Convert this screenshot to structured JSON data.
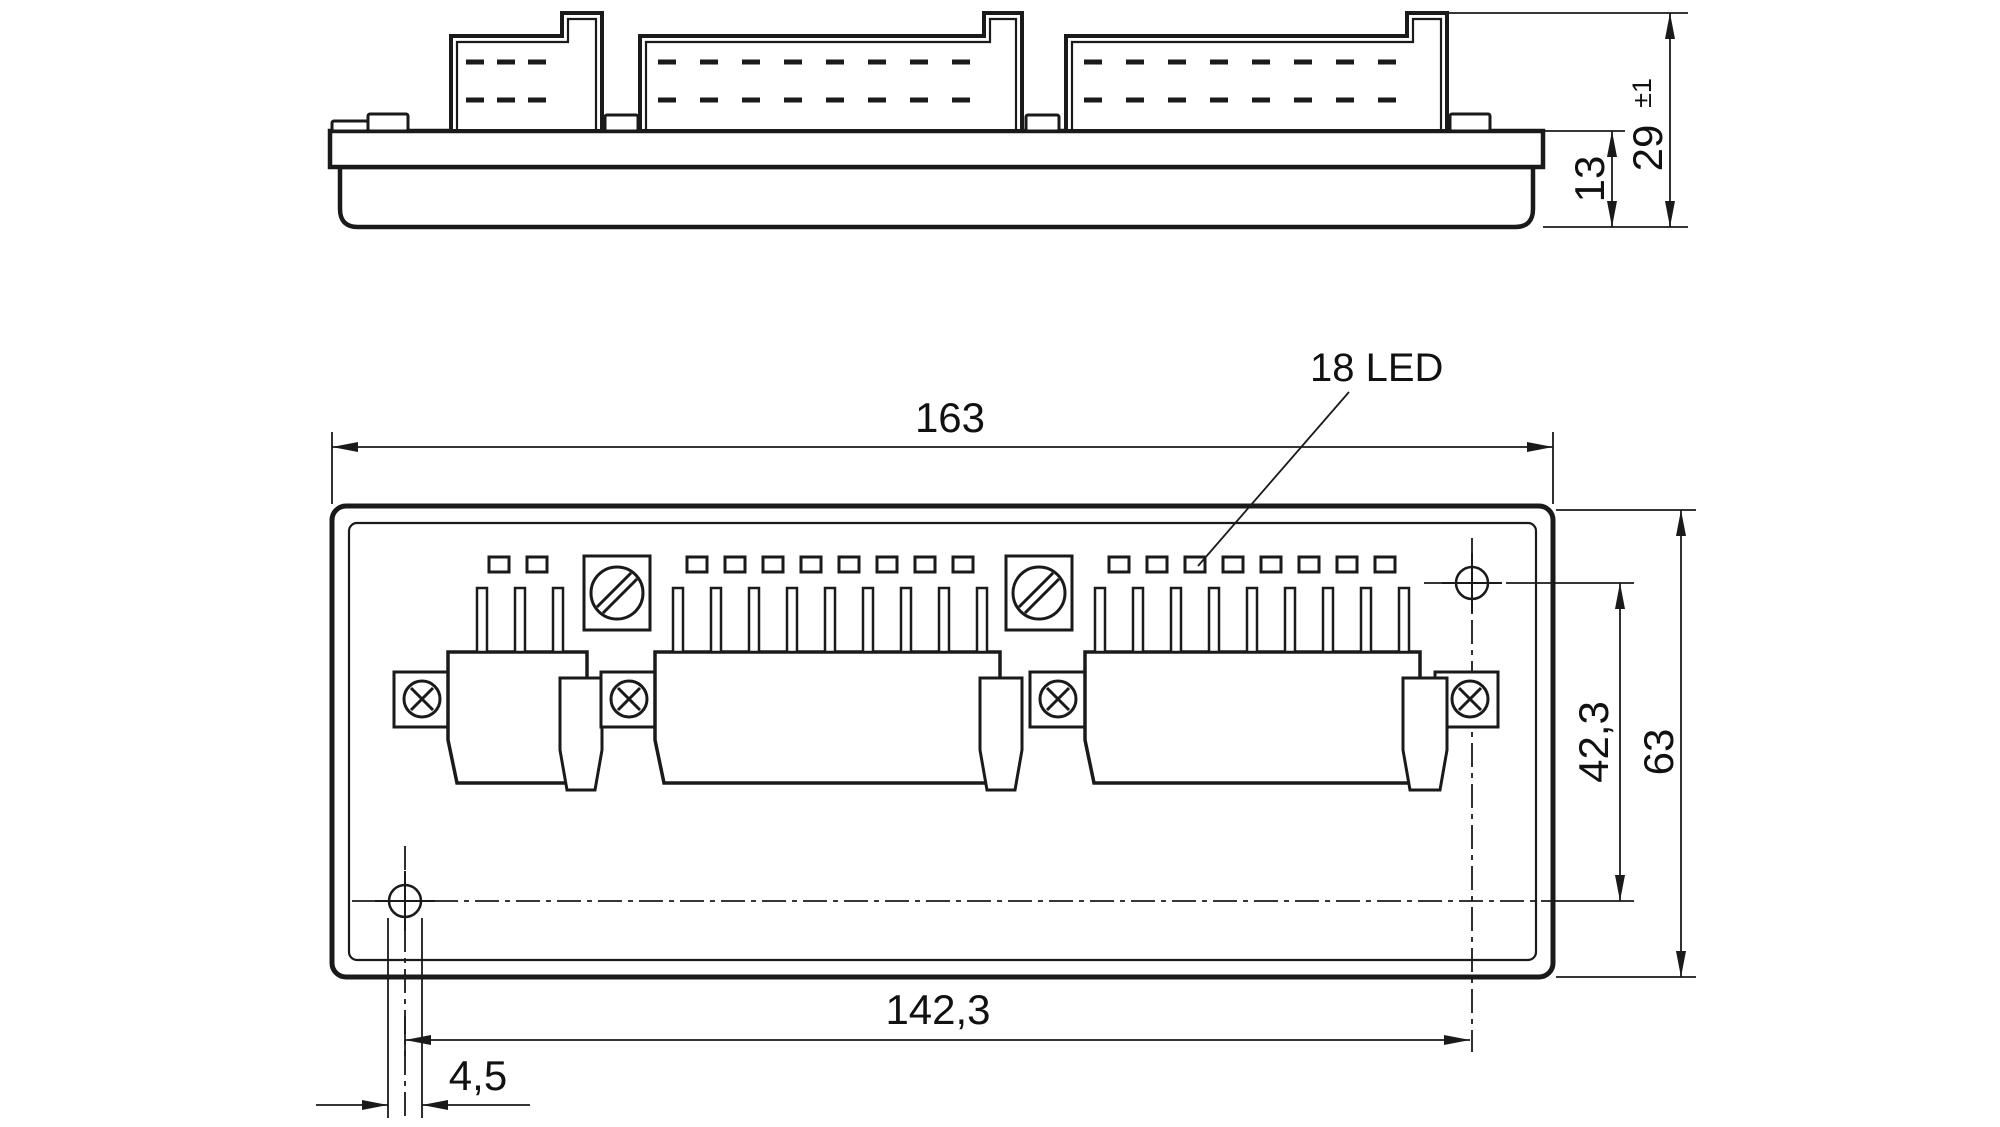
{
  "drawing": {
    "labels": {
      "width_total": "163",
      "height_total": "63",
      "hole_distance_x": "142,3",
      "hole_distance_y": "42,3",
      "hole_edge_offset": "4,5",
      "side_base_height": "13",
      "side_total_height": "29",
      "side_total_height_tolerance": "±1",
      "led_callout": "18 LED"
    },
    "front_view": {
      "led_total": 18,
      "mounting_holes": 2,
      "screw_terminals": 2,
      "cross_screws": 4,
      "connectors": [
        {
          "pins": 3,
          "leds": 2
        },
        {
          "pins": 9,
          "leds": 8
        },
        {
          "pins": 9,
          "leds": 8
        }
      ]
    },
    "side_view": {
      "dash_rows": 2,
      "connectors": [
        {
          "dashes_per_row": 3
        },
        {
          "dashes_per_row": 8
        },
        {
          "dashes_per_row": 8
        }
      ]
    },
    "colors": {
      "line": "#1a1a1a",
      "background": "#ffffff"
    }
  }
}
